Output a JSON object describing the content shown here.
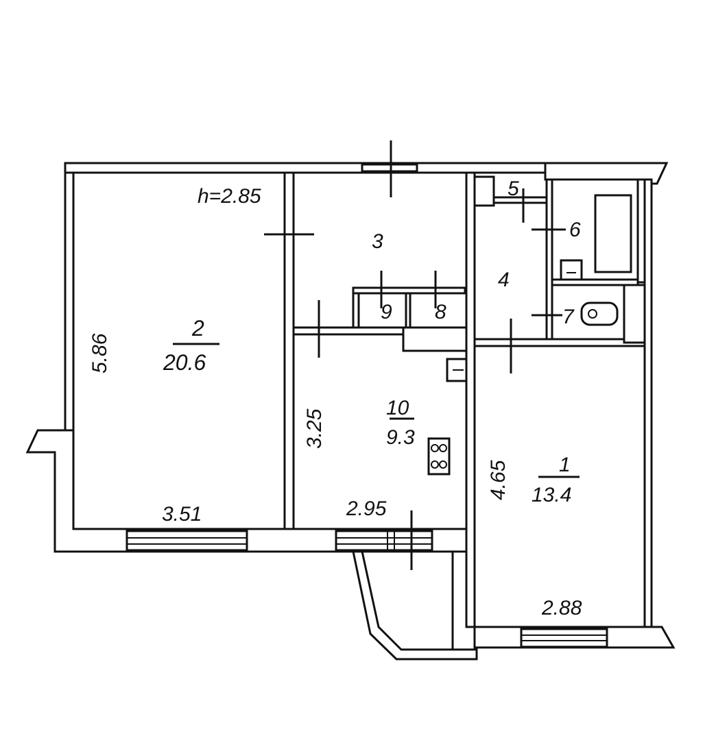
{
  "plan": {
    "ceiling_height": "h=2.85",
    "rooms": [
      {
        "number": "1",
        "area": "13.4"
      },
      {
        "number": "2",
        "area": "20.6"
      },
      {
        "number": "3"
      },
      {
        "number": "4"
      },
      {
        "number": "5"
      },
      {
        "number": "6"
      },
      {
        "number": "7"
      },
      {
        "number": "8"
      },
      {
        "number": "9"
      },
      {
        "number": "10",
        "area": "9.3"
      }
    ],
    "dimensions": {
      "room2_length": "5.86",
      "room2_width": "3.51",
      "kitchen_length": "3.25",
      "kitchen_width": "2.95",
      "room1_length": "4.65",
      "room1_width": "2.88"
    }
  }
}
